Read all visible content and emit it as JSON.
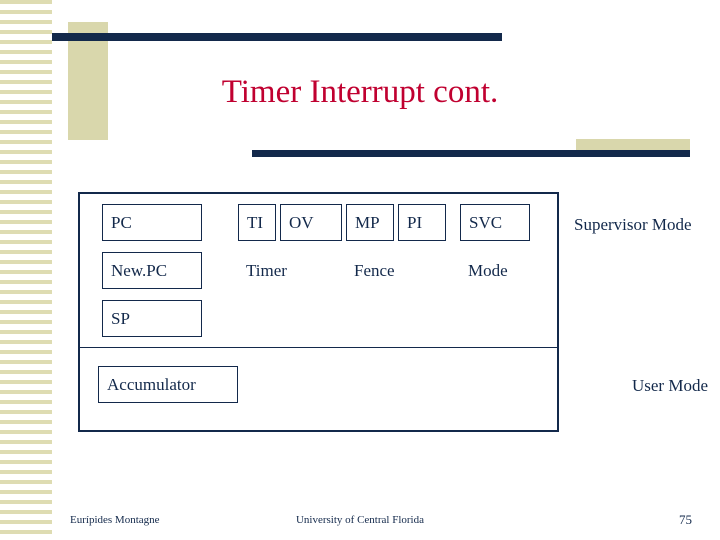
{
  "slide": {
    "title": "Timer Interrupt cont.",
    "title_color": "#c00030",
    "accent_color": "#13294b",
    "olive_color": "#d9d7ac"
  },
  "diagram": {
    "row1": [
      {
        "id": "pc",
        "label": "PC"
      },
      {
        "id": "ti",
        "label": "TI"
      },
      {
        "id": "ov",
        "label": "OV"
      },
      {
        "id": "mp",
        "label": "MP"
      },
      {
        "id": "pi",
        "label": "PI"
      },
      {
        "id": "svc",
        "label": "SVC"
      }
    ],
    "row2": [
      {
        "id": "newpc",
        "label": "New.PC"
      },
      {
        "id": "timer",
        "label": "Timer"
      },
      {
        "id": "fence",
        "label": "Fence"
      },
      {
        "id": "mode",
        "label": "Mode"
      }
    ],
    "row3": [
      {
        "id": "sp",
        "label": "SP"
      }
    ],
    "row4": [
      {
        "id": "acc",
        "label": "Accumulator"
      }
    ],
    "supervisor_label": "Supervisor Mode",
    "user_label": "User Mode"
  },
  "footer": {
    "author": "Eurípides Montagne",
    "center": "University of Central Florida",
    "page": "75"
  }
}
